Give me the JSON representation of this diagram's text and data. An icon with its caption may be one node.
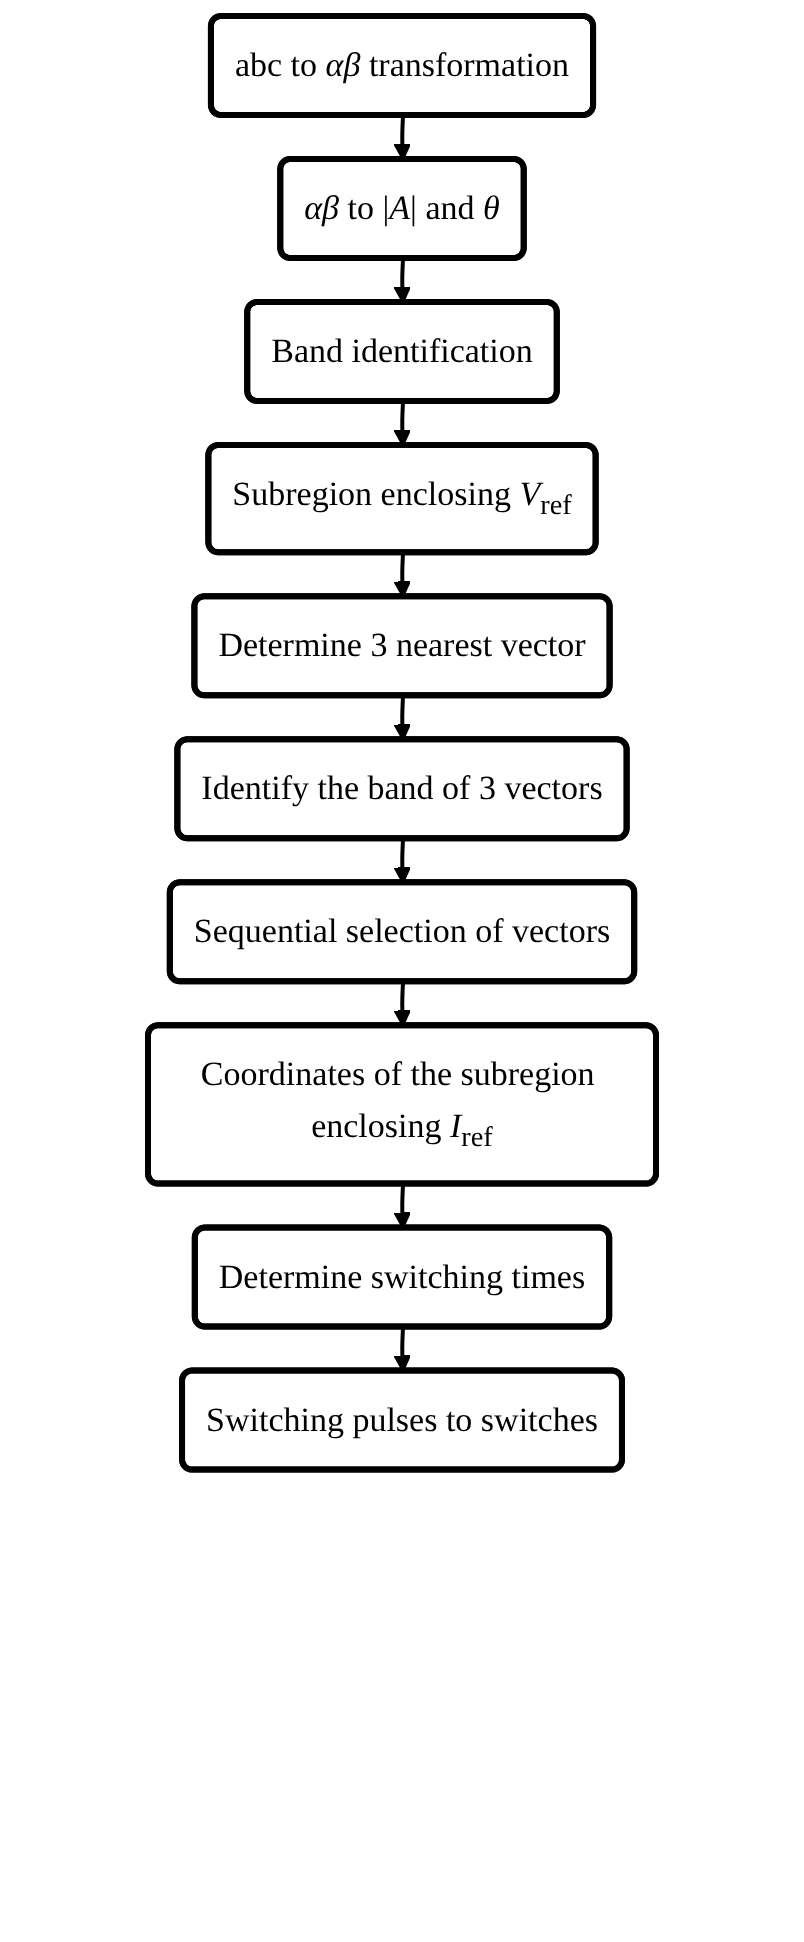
{
  "diagram": {
    "nodes": [
      {
        "text": [
          "abc to *αβ* transformation"
        ]
      },
      {
        "text": [
          "*αβ* to |*A*| and *θ*"
        ]
      },
      {
        "text": [
          "Band identification"
        ]
      },
      {
        "text": [
          "Subregion enclosing *V*$_{ref}$"
        ]
      },
      {
        "text": [
          "Determine 3 nearest vector"
        ]
      },
      {
        "text": [
          "Identify the band of 3 vectors"
        ]
      },
      {
        "text": [
          "Sequential selection of vectors"
        ]
      },
      {
        "text": [
          "Coordinates of the subregion enclosing *I*$_{ref}$"
        ]
      },
      {
        "text": [
          "Determine switching times"
        ]
      },
      {
        "text": [
          "Switching pulses to switches"
        ]
      }
    ],
    "edges": [
      {
        "from": 0,
        "to": 1,
        "arrow": "to"
      },
      {
        "from": 1,
        "to": 2,
        "arrow": "to"
      },
      {
        "from": 2,
        "to": 3,
        "arrow": "to"
      },
      {
        "from": 3,
        "to": 4,
        "arrow": "to"
      },
      {
        "from": 4,
        "to": 5,
        "arrow": "to"
      },
      {
        "from": 5,
        "to": 6,
        "arrow": "to"
      },
      {
        "from": 6,
        "to": 7,
        "arrow": "to"
      },
      {
        "from": 7,
        "to": 8,
        "arrow": "to"
      },
      {
        "from": 8,
        "to": 9,
        "arrow": "to"
      }
    ]
  }
}
